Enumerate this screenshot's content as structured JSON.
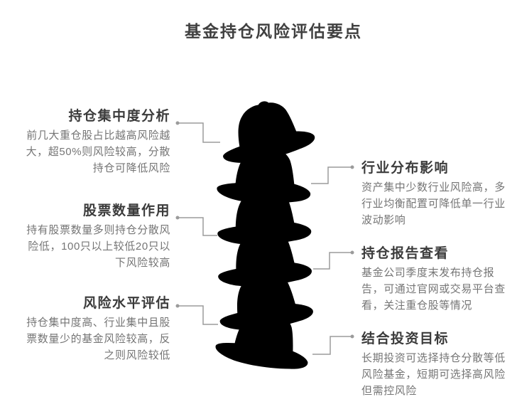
{
  "title": "基金持仓风险评估要点",
  "left_items": [
    {
      "heading": "持仓集中度分析",
      "body": "前几大重仓股占比越高风险越大，超50%则风险较高，分散持仓可降低风险"
    },
    {
      "heading": "股票数量作用",
      "body": "持有股票数量多则持仓分散风险低，100只以上较低20只以下风险较高"
    },
    {
      "heading": "风险水平评估",
      "body": "持仓集中度高、行业集中且股票数量少的基金风险较高，反之则风险较低"
    }
  ],
  "right_items": [
    {
      "heading": "行业分布影响",
      "body": "资产集中少数行业风险高，多行业均衡配置可降低单一行业波动影响"
    },
    {
      "heading": "持仓报告查看",
      "body": "基金公司季度末发布持仓报告，可通过官网或交易平台查看，关注重仓股等情况"
    },
    {
      "heading": "结合投资目标",
      "body": "长期投资可选择持仓分散等低风险基金，短期可选择高风险但需控风险"
    }
  ],
  "hats": [
    {
      "name": "pink",
      "fill": "#f8c2c8",
      "stroke": "#ef5368"
    },
    {
      "name": "magenta",
      "fill": "#f899f1",
      "stroke": "#e055da"
    },
    {
      "name": "yellow",
      "fill": "#faf47c",
      "stroke": "#e5d62e"
    },
    {
      "name": "green",
      "fill": "#bdf18d",
      "stroke": "#90dd3f"
    },
    {
      "name": "teal",
      "fill": "#79efc8",
      "stroke": "#2edda0"
    },
    {
      "name": "purple",
      "fill": "#c3b1ef",
      "stroke": "#9d85e6"
    }
  ],
  "colors": {
    "background": "#ffffff",
    "title": "#404040",
    "heading": "#3b3b3b",
    "body": "#757575",
    "connector": "#9b9b9b",
    "hat_band": "#ffffff"
  }
}
